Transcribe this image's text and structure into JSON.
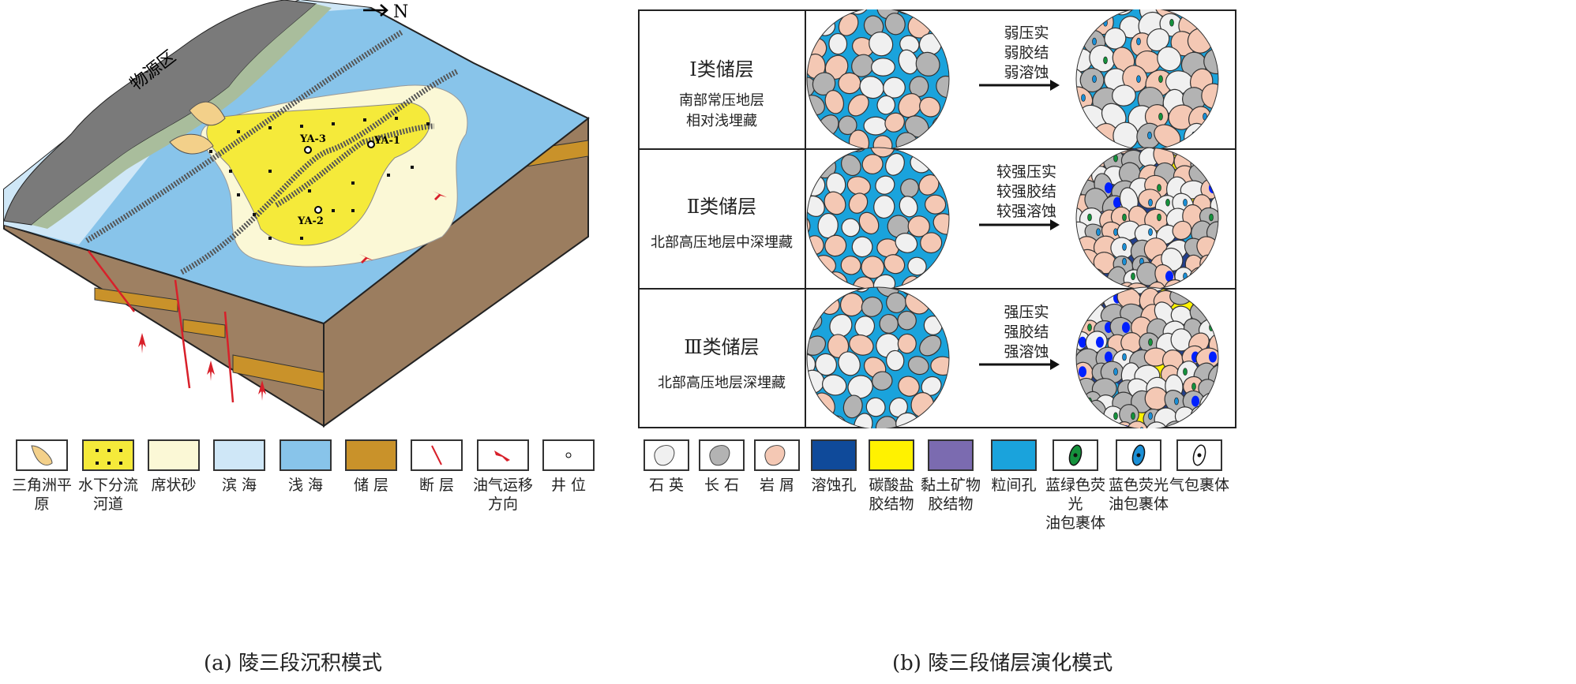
{
  "panel_a": {
    "caption": "(a) 陵三段沉积模式",
    "north_label": "N",
    "source_area_label": "物源区",
    "wells": [
      "YA-1",
      "YA-2",
      "YA-3"
    ],
    "legend": [
      {
        "label": "三角洲平原",
        "symbol": "delta-plain"
      },
      {
        "label": "水下分流河道",
        "symbol": "channel",
        "color": "#f5ea3a"
      },
      {
        "label": "席状砂",
        "symbol": "sheet-sand",
        "color": "#fbf8d6"
      },
      {
        "label": "滨 海",
        "symbol": "littoral",
        "color": "#cfe7f7"
      },
      {
        "label": "浅 海",
        "symbol": "shallow-sea",
        "color": "#88c4ea"
      },
      {
        "label": "储 层",
        "symbol": "reservoir",
        "color": "#c9922a"
      },
      {
        "label": "断 层",
        "symbol": "fault"
      },
      {
        "label": "油气运移方向",
        "symbol": "migration-arrow"
      },
      {
        "label": "井 位",
        "symbol": "well"
      }
    ]
  },
  "panel_b": {
    "caption": "(b) 陵三段储层演化模式",
    "rows": [
      {
        "title": "Ⅰ类储层",
        "desc": [
          "南部常压地层",
          "相对浅埋藏"
        ],
        "process": [
          "弱压实",
          "弱胶结",
          "弱溶蚀"
        ]
      },
      {
        "title": "Ⅱ类储层",
        "desc": [
          "北部高压地层中深埋藏"
        ],
        "process": [
          "较强压实",
          "较强胶结",
          "较强溶蚀"
        ]
      },
      {
        "title": "Ⅲ类储层",
        "desc": [
          "北部高压地层深埋藏"
        ],
        "process": [
          "强压实",
          "强胶结",
          "强溶蚀"
        ]
      }
    ],
    "legend": [
      {
        "label": "石 英",
        "lines": [
          "石 英"
        ],
        "color": "#f0f0f0"
      },
      {
        "label": "长 石",
        "lines": [
          "长 石"
        ],
        "color": "#b3b3b3"
      },
      {
        "label": "岩 屑",
        "lines": [
          "岩 屑"
        ],
        "color": "#f4c8b4"
      },
      {
        "label": "溶蚀孔",
        "lines": [
          "溶蚀孔"
        ],
        "color": "#0f4a9a"
      },
      {
        "label": "碳酸盐胶结物",
        "lines": [
          "碳酸盐",
          "胶结物"
        ],
        "color": "#fff200"
      },
      {
        "label": "黏土矿物胶结物",
        "lines": [
          "黏土矿物",
          "胶结物"
        ],
        "color": "#7b6bb0"
      },
      {
        "label": "粒间孔",
        "lines": [
          "粒间孔"
        ],
        "color": "#1aa3dc"
      },
      {
        "label": "蓝绿色荧光油包裹体",
        "lines": [
          "蓝绿色荧光",
          "油包裹体"
        ],
        "color": "#15913c"
      },
      {
        "label": "蓝色荧光油包裹体",
        "lines": [
          "蓝色荧光",
          "油包裹体"
        ],
        "color": "#1a8fd6"
      },
      {
        "label": "气包裹体",
        "lines": [
          "气包裹体"
        ],
        "color": "#ffffff"
      }
    ]
  }
}
